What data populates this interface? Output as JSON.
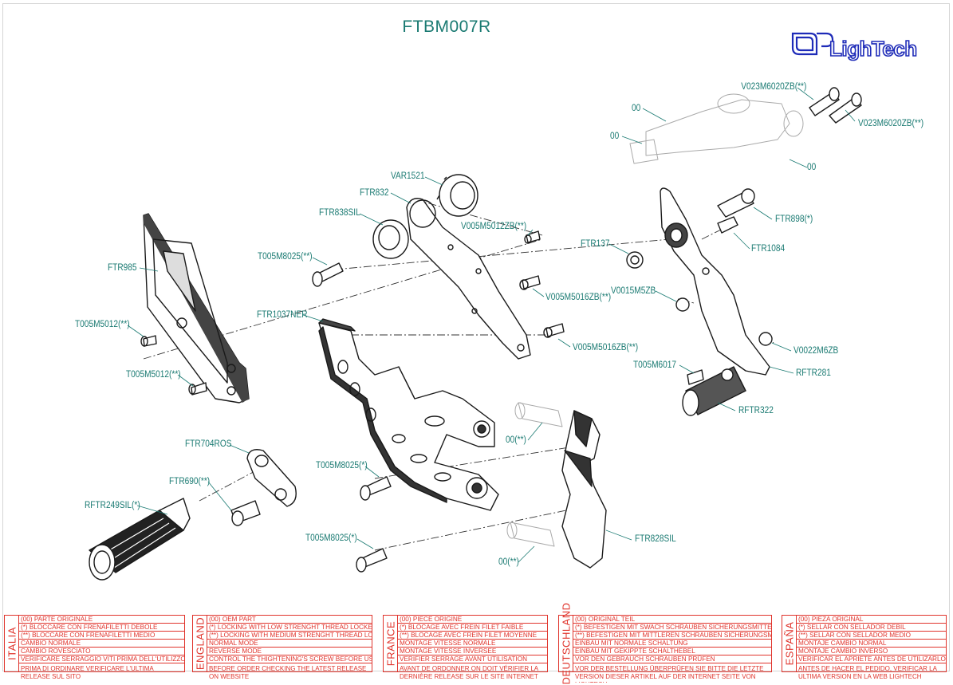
{
  "title": "FTBM007R",
  "logo": {
    "text": "LighTech",
    "color": "#1e2bb8"
  },
  "colors": {
    "label": "#1a7a72",
    "legend": "#e0342c",
    "drawing": "#222222"
  },
  "labels": {
    "v023_top": "V023M6020ZB(**)",
    "v023_right": "V023M6020ZB(**)",
    "oo_a": "00",
    "oo_b": "00",
    "oo_c": "00",
    "var1521": "VAR1521",
    "ftr832": "FTR832",
    "ftr838sil": "FTR838SIL",
    "v005m5012zb": "V005M5012ZB(**)",
    "t005m8025_top": "T005M8025(**)",
    "ftr985": "FTR985",
    "t005m5012_a": "T005M5012(**)",
    "t005m5012_b": "T005M5012(**)",
    "ftr1037ner": "FTR1037NER",
    "v005m5016zb_a": "V005M5016ZB(**)",
    "v005m5016zb_b": "V005M5016ZB(**)",
    "ftr137": "FTR137",
    "ftr898": "FTR898(*)",
    "ftr1084": "FTR1084",
    "v0015m5zb": "V0015M5ZB",
    "v0022m6zb": "V0022M6ZB",
    "t005m6017": "T005M6017",
    "rftr281": "RFTR281",
    "rftr322": "RFTR322",
    "ftr704ros": "FTR704ROS",
    "ftr690": "FTR690(**)",
    "rftr249sil": "RFTR249SIL(*)",
    "t005m8025_mid": "T005M8025(*)",
    "t005m8025_bot": "T005M8025(*)",
    "oo_d": "00(**)",
    "oo_e": "00(**)",
    "ftr828sil": "FTR828SIL"
  },
  "legend": [
    {
      "country": "ITALIA",
      "rows": [
        "(00) PARTE ORIGINALE",
        "(*)   BLOCCARE CON FRENAFILETTI DEBOLE",
        "(**)  BLOCCARE CON FRENAFILETTI MEDIO",
        "CAMBIO NORMALE",
        "CAMBIO ROVESCIATO",
        "VERIFICARE SERRAGGIO VITI PRIMA DELL'UTILIZZO"
      ],
      "note": "PRIMA DI ORDINARE VERIFICARE L'ULTIMA RELEASE SUL SITO"
    },
    {
      "country": "ENGLAND",
      "rows": [
        "(00) OEM PART",
        "(*)   LOCKING WITH LOW STRENGHT THREAD LOCKER",
        "(**)  LOCKING WITH MEDIUM STRENGHT THREAD LOCKER",
        "NORMAL MODE",
        "REVERSE MODE",
        "CONTROL THE THIGHTENING'S SCREW BEFORE USING"
      ],
      "note": "BEFORE ORDER CHECKING THE LATEST RELEASE ON WEBSITE"
    },
    {
      "country": "FRANCE",
      "rows": [
        "(00) PIECE ORIGINE",
        "(*)   BLOCAGE AVEC FREIN FILET FAIBLE",
        "(**)  BLOCAGE AVEC FREIN FILET MOYENNE",
        "MONTAGE VITESSE NORMALE",
        "MONTAGE VITESSE INVERSEE",
        "VERIFIER SERRAGE AVANT UTILISATION"
      ],
      "note": "AVANT DE ORDONNER ON DOIT VÉRIFIER LA DERNIÈRE RELEASE SUR LE SITE INTERNET"
    },
    {
      "country": "DEUTSCHLAND",
      "rows": [
        "(00) ORIGINAL TEIL",
        "(*)   BEFESTIGEN MIT SWACH SCHRAUBEN SICHERUNGSMITTEL",
        "(**)  BEFESTIGEN MIT MITTLEREN SCHRAUBEN SICHERUNGSMITTEL",
        "EINBAU MIT NORMALE SCHALTUNG",
        "EINBAU MIT GEKIPPTE SCHALTHEBEL",
        "VOR DEN GEBRAUCH SCHRAUBEN PRÜFEN"
      ],
      "note": "VOR DER BESTELLUNG ÜBERPRÜFEN SIE BITTE DIE LETZTE VERSION DIESER ARTIKEL AUF DER INTERNET SEITE VON LIGHTECH"
    },
    {
      "country": "ESPAÑA",
      "rows": [
        "(00) PIEZA ORIGINAL",
        "(*)   SELLAR CON SELLADOR DEBIL",
        "(**)  SELLAR CON SELLADOR MEDIO",
        "MONTAJE  CAMBIO NORMAL",
        "MONTAJE  CAMBIO INVERSO",
        "VERIFICAR EL APRIETE ANTES DE UTILIZARLO"
      ],
      "note": "ANTES DE HACER EL PEDIDO, VERIFICAR LA ULTIMA VERSION EN LA WEB LIGHTECH"
    }
  ]
}
